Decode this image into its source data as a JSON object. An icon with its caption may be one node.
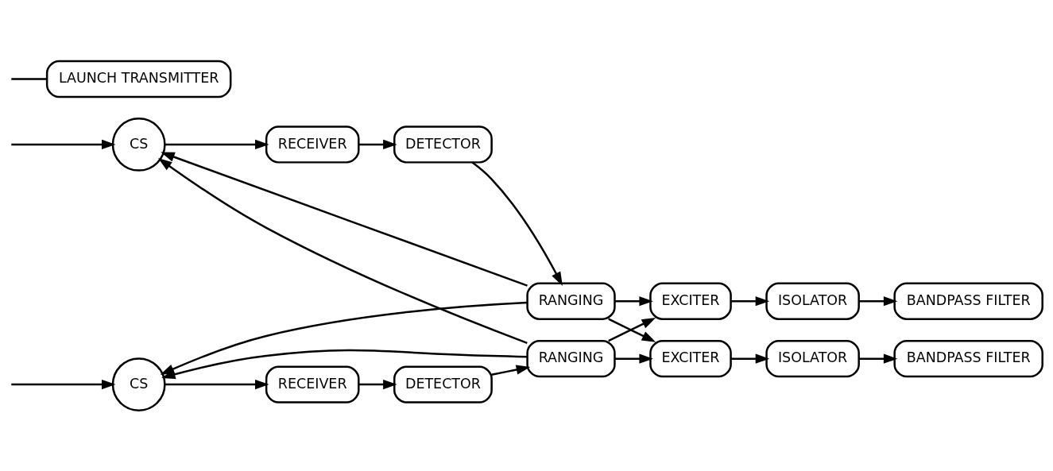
{
  "diagram": {
    "nodes": [
      {
        "text": [
          "CS"
        ]
      },
      {
        "text": [
          "RECEIVER"
        ]
      },
      {
        "text": [
          "DETECTOR"
        ]
      },
      {
        "text": [
          "BANDPASS FILTER"
        ]
      },
      {
        "text": [
          "ISOLATOR"
        ]
      },
      {
        "text": [
          "EXCITER"
        ]
      },
      {
        "text": [
          "RANGING"
        ]
      },
      {
        "text": [
          "BANDPASS FILTER"
        ]
      },
      {
        "text": [
          "ISOLATOR"
        ]
      },
      {
        "text": [
          "EXCITER"
        ]
      },
      {
        "text": [
          "RANGING"
        ]
      },
      {
        "text": [
          "CS"
        ]
      },
      {
        "text": [
          "RECEIVER"
        ]
      },
      {
        "text": [
          "DETECTOR"
        ]
      },
      {
        "text": [
          "LAUNCH TRANSMITTER"
        ]
      }
    ],
    "edges": [
      {
        "from": null,
        "to": 0,
        "arrow": "to"
      },
      {
        "from": 0,
        "to": 1,
        "arrow": "to"
      },
      {
        "from": 1,
        "to": 2,
        "arrow": "to"
      },
      {
        "from": 2,
        "to": 6,
        "arrow": "to"
      },
      {
        "from": 6,
        "to": 5,
        "arrow": "to"
      },
      {
        "from": 6,
        "to": 9,
        "arrow": "to"
      },
      {
        "from": 6,
        "to": 0,
        "arrow": "to"
      },
      {
        "from": 6,
        "to": 11,
        "arrow": "to"
      },
      {
        "from": 10,
        "to": 5,
        "arrow": "to"
      },
      {
        "from": 10,
        "to": 9,
        "arrow": "to"
      },
      {
        "from": 10,
        "to": 0,
        "arrow": "to"
      },
      {
        "from": 10,
        "to": 11,
        "arrow": "to"
      },
      {
        "from": 5,
        "to": 4,
        "arrow": "to"
      },
      {
        "from": 4,
        "to": 3,
        "arrow": "to"
      },
      {
        "from": 9,
        "to": 8,
        "arrow": "to"
      },
      {
        "from": 8,
        "to": 7,
        "arrow": "to"
      },
      {
        "from": null,
        "to": 11,
        "arrow": "to"
      },
      {
        "from": 11,
        "to": 12,
        "arrow": "to"
      },
      {
        "from": 12,
        "to": 13,
        "arrow": "to"
      },
      {
        "from": 13,
        "to": 10,
        "arrow": "to"
      },
      {
        "from": null,
        "to": 14,
        "arrow": "none"
      }
    ]
  }
}
